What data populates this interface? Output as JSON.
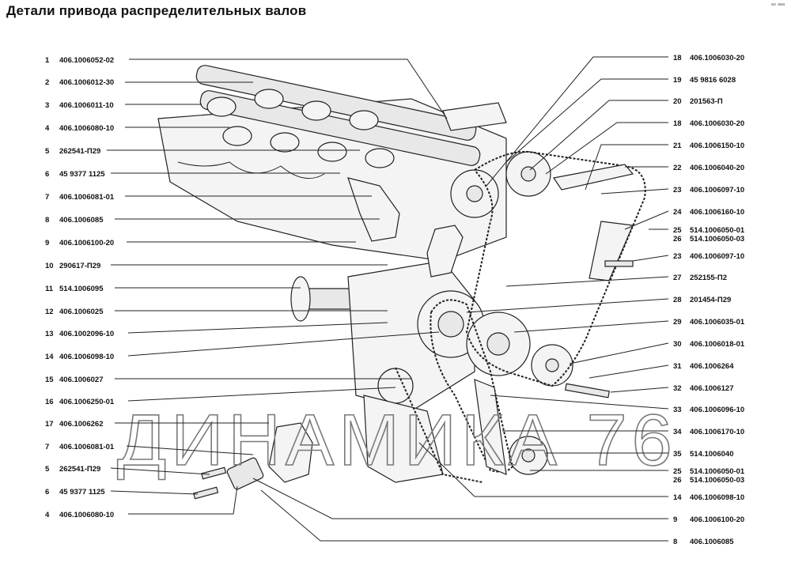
{
  "title": "Детали привода распределительных валов",
  "corner_mark": "ᵃᵒ ᵃᵃᵃ",
  "watermark": "ДИНАМИКА 76",
  "callouts_left": [
    {
      "num": "1",
      "part": "406.1006052-02"
    },
    {
      "num": "2",
      "part": "406.1006012-30"
    },
    {
      "num": "3",
      "part": "406.1006011-10"
    },
    {
      "num": "4",
      "part": "406.1006080-10"
    },
    {
      "num": "5",
      "part": "262541-П29"
    },
    {
      "num": "6",
      "part": "45 9377 1125"
    },
    {
      "num": "7",
      "part": "406.1006081-01"
    },
    {
      "num": "8",
      "part": "406.1006085"
    },
    {
      "num": "9",
      "part": "406.1006100-20"
    },
    {
      "num": "10",
      "part": "290617-П29"
    },
    {
      "num": "11",
      "part": "514.1006095"
    },
    {
      "num": "12",
      "part": "406.1006025"
    },
    {
      "num": "13",
      "part": "406.1002096-10"
    },
    {
      "num": "14",
      "part": "406.1006098-10"
    },
    {
      "num": "15",
      "part": "406.1006027"
    },
    {
      "num": "16",
      "part": "406.1006250-01"
    },
    {
      "num": "17",
      "part": "406.1006262"
    },
    {
      "num": "7",
      "part": "406.1006081-01"
    },
    {
      "num": "5",
      "part": "262541-П29"
    },
    {
      "num": "6",
      "part": "45 9377 1125"
    },
    {
      "num": "4",
      "part": "406.1006080-10"
    }
  ],
  "callouts_right": [
    {
      "num": "18",
      "part": "406.1006030-20"
    },
    {
      "num": "19",
      "part": "45 9816 6028"
    },
    {
      "num": "20",
      "part": "201563-П"
    },
    {
      "num": "18",
      "part": "406.1006030-20"
    },
    {
      "num": "21",
      "part": "406.1006150-10"
    },
    {
      "num": "22",
      "part": "406.1006040-20"
    },
    {
      "num": "23",
      "part": "406.1006097-10"
    },
    {
      "num": "24",
      "part": "406.1006160-10"
    },
    {
      "num": "25",
      "part": "514.1006050-01"
    },
    {
      "num": "26",
      "part": "514.1006050-03"
    },
    {
      "num": "23",
      "part": "406.1006097-10"
    },
    {
      "num": "27",
      "part": "252155-П2"
    },
    {
      "num": "28",
      "part": "201454-П29"
    },
    {
      "num": "29",
      "part": "406.1006035-01"
    },
    {
      "num": "30",
      "part": "406.1006018-01"
    },
    {
      "num": "31",
      "part": "406.1006264"
    },
    {
      "num": "32",
      "part": "406.1006127"
    },
    {
      "num": "33",
      "part": "406.1006096-10"
    },
    {
      "num": "34",
      "part": "406.1006170-10"
    },
    {
      "num": "35",
      "part": "514.1006040"
    },
    {
      "num": "25",
      "part": "514.1006050-01"
    },
    {
      "num": "26",
      "part": "514.1006050-03"
    },
    {
      "num": "14",
      "part": "406.1006098-10"
    },
    {
      "num": "9",
      "part": "406.1006100-20"
    },
    {
      "num": "8",
      "part": "406.1006085"
    }
  ]
}
